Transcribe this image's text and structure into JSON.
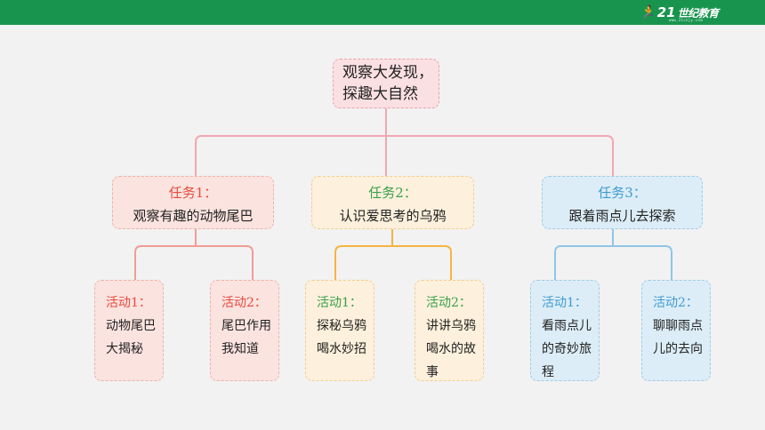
{
  "header": {
    "logo_mark": "21",
    "logo_text": "世纪教育",
    "logo_sub": "www.21cnjy.com"
  },
  "colors": {
    "header_green": "#19944f",
    "root_line": "#f1a7b1",
    "task1_line": "#ef9d95",
    "task2_line": "#f5b442",
    "task3_line": "#8ec6e6"
  },
  "root": {
    "line1": "观察大发现，",
    "line2": "探趣大自然"
  },
  "tasks": [
    {
      "title": "任务1：",
      "body": "观察有趣的动物尾巴",
      "activities": [
        {
          "title": "活动1：",
          "body": "动物尾巴大揭秘"
        },
        {
          "title": "活动2：",
          "body": "尾巴作用我知道"
        }
      ]
    },
    {
      "title": "任务2：",
      "body": "认识爱思考的乌鸦",
      "activities": [
        {
          "title": "活动1：",
          "body": "探秘乌鸦喝水妙招"
        },
        {
          "title": "活动2：",
          "body": "讲讲乌鸦喝水的故事"
        }
      ]
    },
    {
      "title": "任务3：",
      "body": "跟着雨点儿去探索",
      "activities": [
        {
          "title": "活动1：",
          "body": "看雨点儿的奇妙旅程"
        },
        {
          "title": "活动2：",
          "body": "聊聊雨点儿的去向"
        }
      ]
    }
  ]
}
